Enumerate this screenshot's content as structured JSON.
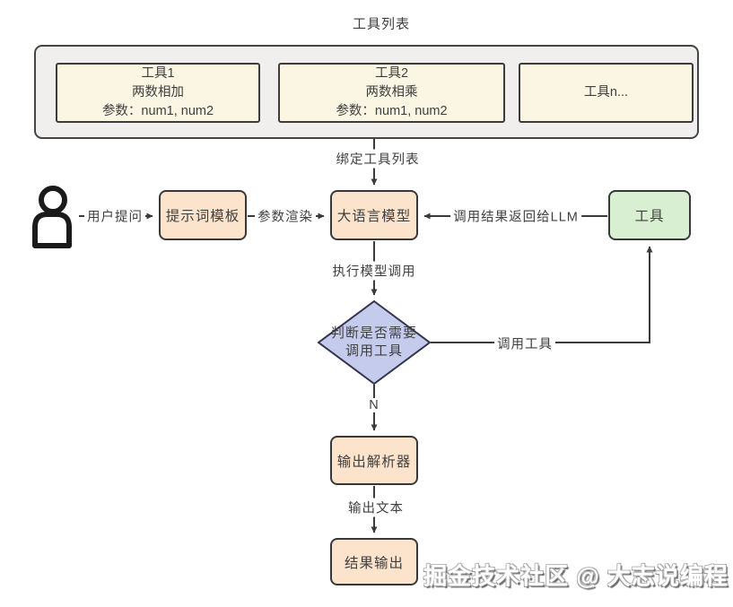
{
  "title": "工具列表",
  "tools_container": {
    "tools": [
      {
        "line1": "工具1",
        "line2": "两数相加",
        "line3": "参数：num1, num2"
      },
      {
        "line1": "工具2",
        "line2": "两数相乘",
        "line3": "参数：num1, num2"
      },
      {
        "line1": "工具n..."
      }
    ]
  },
  "nodes": {
    "prompt_template": "提示词模板",
    "llm": "大语言模型",
    "tool": "工具",
    "decision": "判断是否需要\n调用工具",
    "output_parser": "输出解析器",
    "result_output": "结果输出"
  },
  "labels": {
    "bind_tools": "绑定工具列表",
    "user_question": "用户提问",
    "param_render": "参数渲染",
    "call_result_to_llm": "调用结果返回给LLM",
    "execute_model_call": "执行模型调用",
    "call_tool": "调用工具",
    "branch_no": "N",
    "output_text": "输出文本"
  },
  "watermark": "掘金技术社区 @ 大志说编程",
  "colors": {
    "container_fill": "#f0efed",
    "cream_fill": "#faf6e3",
    "peach_fill": "#fbe3cc",
    "green_fill": "#d9efd2",
    "lavender_fill": "#c5cbec",
    "border": "#3c3c3c",
    "line": "#3a3a3a",
    "text": "#3f3f3f"
  }
}
